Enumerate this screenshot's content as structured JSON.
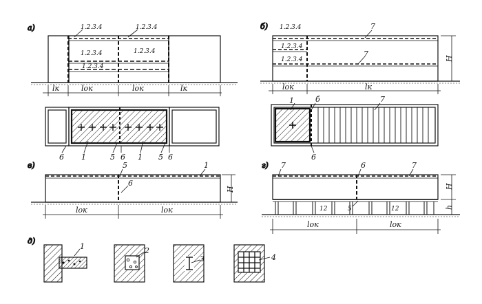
{
  "panels": {
    "a": "а)",
    "b": "б)",
    "v": "в)",
    "g": "г)",
    "d": "д)"
  },
  "labels": {
    "a_top_left": "1.2.3.4",
    "a_top_right": "1.2.3.4",
    "a_mid_left": "1.2.3.4",
    "a_mid_right": "1.2.3.4",
    "a_low_left": "1.2.3.4",
    "a_dim_lk_left": "lк",
    "a_dim_lok_1": "lок",
    "a_dim_lok_2": "lок",
    "a_dim_lk_right": "lк",
    "plan_a_6_left": "6",
    "plan_a_1_left": "1",
    "plan_a_5_left": "5",
    "plan_a_6_mid": "6",
    "plan_a_1_right": "1",
    "plan_a_5_right": "5",
    "plan_a_6_right": "6",
    "b_top_label": "1.2.3.4",
    "b_label_7_top": "7",
    "b_mid_label_1": "1.2.3.4",
    "b_mid_label_2": "1.2.3.4",
    "b_label_7_mid": "7",
    "b_H": "H",
    "b_dim_lok": "lок",
    "b_dim_lk": "lк",
    "plan_b_1": "1",
    "plan_b_6_top": "б",
    "plan_b_7": "7",
    "plan_b_6_bottom": "6",
    "v_5": "5",
    "v_1": "1",
    "v_6": "6",
    "v_H": "H",
    "v_dim_lok_1": "lок",
    "v_dim_lok_2": "lок",
    "g_7_left": "7",
    "g_6": "6",
    "g_7_right": "7",
    "g_12_left": "12",
    "g_5": "5",
    "g_12_right": "12",
    "g_H": "H",
    "g_h": "h",
    "g_dim_lok_1": "lок",
    "g_dim_lok_2": "lок",
    "d_1": "1",
    "d_2": "2",
    "d_3": "3",
    "d_4": "4"
  }
}
